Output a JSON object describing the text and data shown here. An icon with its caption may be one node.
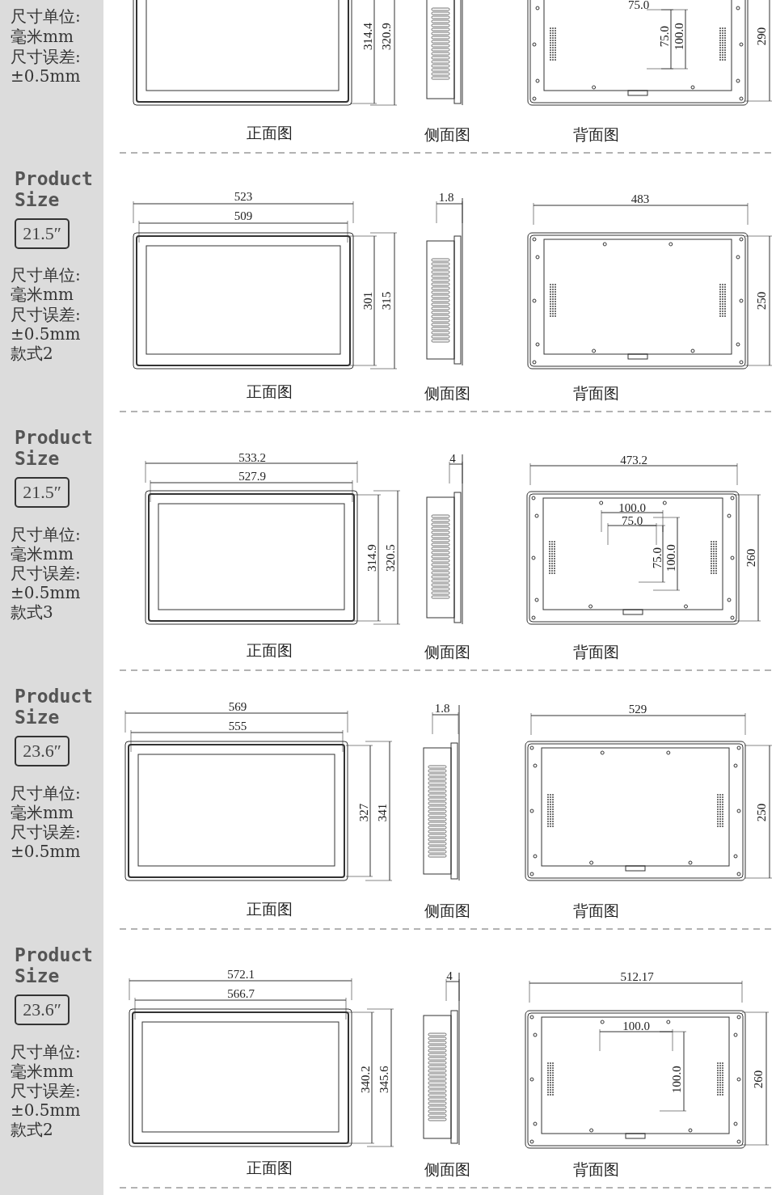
{
  "diagram": {
    "nodes": [
      {
        "text": [
          "21.5″"
        ]
      },
      {
        "text": [
          "21.5″"
        ]
      },
      {
        "text": [
          "23.6″"
        ]
      },
      {
        "text": [
          "23.6″"
        ]
      }
    ],
    "labels": [
      "尺寸单位:",
      "毫米mm",
      "尺寸误差:",
      "±0.5mm",
      "314.4",
      "320.9",
      "75.0",
      "75.0",
      "100.0",
      "290",
      "正面图",
      "侧面图",
      "背面图",
      "Product Size",
      "尺寸单位:",
      "毫米mm",
      "尺寸误差:",
      "±0.5mm",
      "款式2",
      "523",
      "509",
      "1.8",
      "483",
      "301",
      "315",
      "250",
      "正面图",
      "侧面图",
      "背面图",
      "Product Size",
      "尺寸单位:",
      "毫米mm",
      "尺寸误差:",
      "±0.5mm",
      "款式3",
      "533.2",
      "527.9",
      "4",
      "473.2",
      "100.0",
      "75.0",
      "314.9",
      "320.5",
      "75.0",
      "100.0",
      "260",
      "正面图",
      "侧面图",
      "背面图",
      "Product Size",
      "尺寸单位:",
      "毫米mm",
      "尺寸误差:",
      "±0.5mm",
      "569",
      "555",
      "1.8",
      "529",
      "327",
      "341",
      "250",
      "正面图",
      "侧面图",
      "背面图",
      "Product Size",
      "尺寸单位:",
      "毫米mm",
      "尺寸误差:",
      "±0.5mm",
      "款式2",
      "572.1",
      "566.7",
      "4",
      "512.17",
      "100.0",
      "340.2",
      "345.6",
      "100.0",
      "260",
      "正面图",
      "侧面图",
      "背面图"
    ]
  }
}
